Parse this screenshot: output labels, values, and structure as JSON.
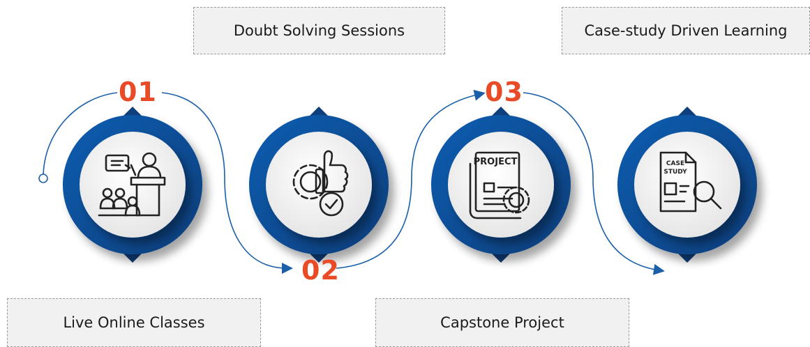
{
  "steps": [
    {
      "number": "01",
      "label": "Live Online Classes",
      "icon": "lecture-podium-icon"
    },
    {
      "number": "02",
      "label": "Doubt Solving Sessions",
      "icon": "gear-thumbs-up-check-icon"
    },
    {
      "number": "03",
      "label": "Capstone Project",
      "icon": "project-document-gear-icon"
    },
    {
      "number": "",
      "label": "Case-study Driven Learning",
      "icon": "case-study-magnifier-icon"
    }
  ],
  "icon_text": {
    "project": "PROJECT",
    "case": "CASE",
    "study": "STUDY"
  },
  "colors": {
    "ring_dark": "#0f3f7c",
    "ring_blue": "#0d5eb2",
    "connector": "#1a5fa8",
    "number": "#e84b26",
    "box_fill": "#f1f1f1",
    "box_border": "#9a9a9a",
    "circle_inner": "#f2f2f2"
  }
}
